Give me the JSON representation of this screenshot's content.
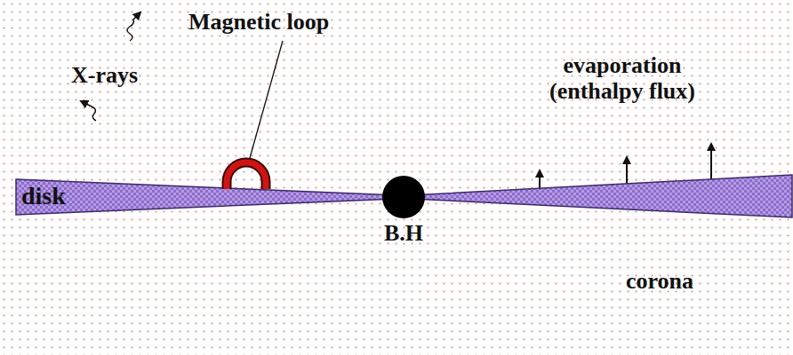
{
  "diagram": {
    "nodes": [
      {
        "text": [
          "disk"
        ]
      },
      {
        "text": [
          "B.H"
        ]
      }
    ],
    "labels": [
      "Magnetic loop",
      "X-rays",
      "evaporation (enthalpy flux)",
      "corona"
    ]
  }
}
